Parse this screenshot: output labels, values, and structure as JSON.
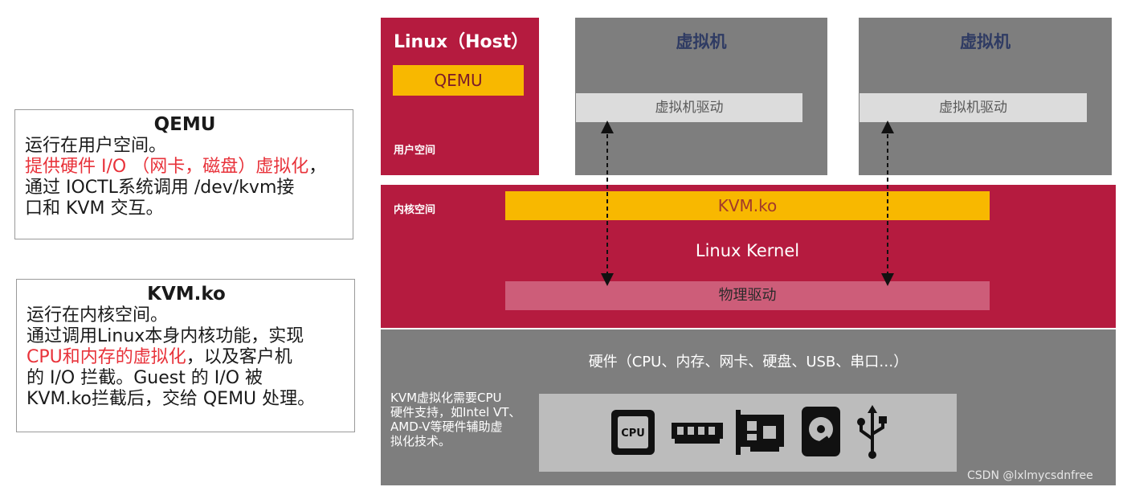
{
  "notes": {
    "qemu": {
      "title": "QEMU",
      "line1": "运行在用户空间。",
      "line2_red": "提供硬件 I/O （网卡，磁盘）虚拟化",
      "line2_tail": "，",
      "line3": "通过 IOCTL系统调用 /dev/kvm接",
      "line4": "口和 KVM 交互。"
    },
    "kvm": {
      "title": "KVM.ko",
      "line1": "运行在内核空间。",
      "line2": "通过调用Linux本身内核功能，实现",
      "line3_red": "CPU和内存的虚拟化",
      "line3_tail": "，以及客户机",
      "line4": "的 I/O 拦截。Guest 的 I/O 被",
      "line5": "KVM.ko拦截后，交给 QEMU 处理。"
    }
  },
  "diagram": {
    "host_title": "Linux（Host）",
    "qemu_label": "QEMU",
    "user_space_label": "用户空间",
    "vm1": {
      "title": "虚拟机",
      "driver": "虚拟机驱动"
    },
    "vm2": {
      "title": "虚拟机",
      "driver": "虚拟机驱动"
    },
    "kernel_space_label": "内核空间",
    "kvm_label": "KVM.ko",
    "kernel_label": "Linux Kernel",
    "phys_driver_label": "物理驱动",
    "hardware_title": "硬件（CPU、内存、网卡、硬盘、USB、串口…）",
    "hardware_note_1": "KVM虚拟化需要CPU",
    "hardware_note_2": "硬件支持，如Intel VT、",
    "hardware_note_3": "AMD-V等硬件辅助虚",
    "hardware_note_4": "拟化技术。",
    "cpu_icon_text": "CPU",
    "icons": [
      "cpu-icon",
      "memory-icon",
      "network-card-icon",
      "hard-disk-icon",
      "usb-icon"
    ]
  },
  "watermark": "CSDN @lxlmycsdnfree",
  "colors": {
    "red_block": "#b51b3f",
    "gray_block": "#7e7e7e",
    "yellow_bar": "#f8b800",
    "pink_bar": "#cd5d79",
    "highlight_red_text": "#e8323a"
  }
}
